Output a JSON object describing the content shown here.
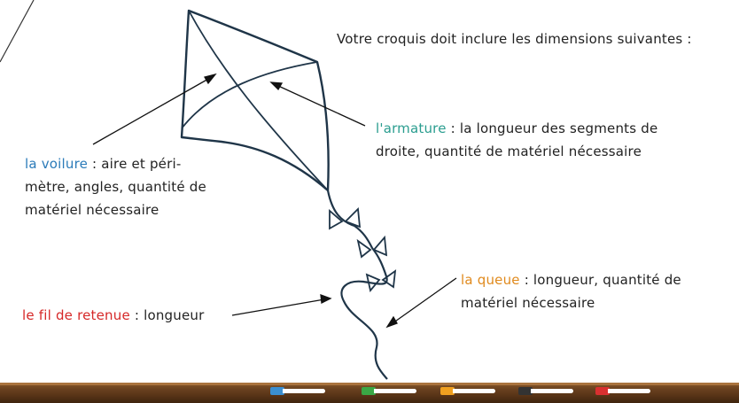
{
  "intro": "Votre croquis doit inclure les dimensions suivantes :",
  "labels": {
    "armature": {
      "term": "l'armature",
      "rest": " : la longueur des segments de droite, quantité de matériel nécessaire",
      "color": "#2a9d8f"
    },
    "voilure": {
      "term": "la voilure",
      "rest": " : aire et péri-mètre, angles, quantité de matériel nécessaire",
      "color": "#2b7bb9"
    },
    "queue": {
      "term": "la queue",
      "rest": " : longueur, quantité de matériel nécessaire",
      "color": "#e08a1e"
    },
    "fil": {
      "term": "le fil de retenue",
      "rest": " : longueur",
      "color": "#d62828"
    }
  },
  "markers": [
    {
      "name": "blue-marker",
      "color": "#3b8fd0"
    },
    {
      "name": "green-marker",
      "color": "#3aa845"
    },
    {
      "name": "orange-marker",
      "color": "#f0a020"
    },
    {
      "name": "black-marker",
      "color": "#333333"
    },
    {
      "name": "red-marker",
      "color": "#d93030"
    }
  ]
}
